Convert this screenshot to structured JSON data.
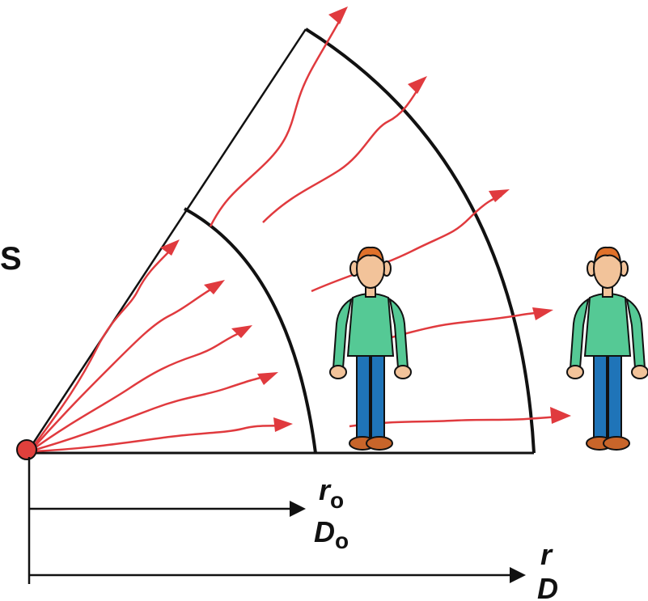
{
  "source_label": "S",
  "distance_label_1": {
    "r_main": "r",
    "r_sub": "o",
    "d_main": "D",
    "d_sub": "o"
  },
  "distance_label_2": {
    "r_main": "r",
    "d_main": "D"
  },
  "colors": {
    "wave": "#e03a3e",
    "line": "#111111",
    "shirt": "#55c995",
    "pants": "#1f74b8",
    "skin": "#f2c39a",
    "hair": "#e0712a",
    "shoe": "#c8652a",
    "source": "#e0403c"
  },
  "icons": [
    "source-dot",
    "radiation-wave-arrow",
    "person-icon"
  ]
}
